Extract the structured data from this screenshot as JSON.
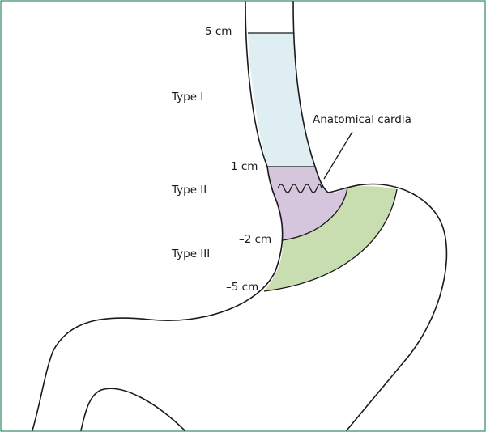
{
  "diagram": {
    "border_color": "#2e8a5f",
    "colors": {
      "type_i": "#deeef2",
      "type_ii": "#d5c6de",
      "type_iii": "#c8deb0",
      "outline": "#1a1a1a"
    },
    "labels": {
      "mark_5cm": "5 cm",
      "mark_1cm": "1 cm",
      "mark_minus2cm": "–2 cm",
      "mark_minus5cm": "–5 cm",
      "type_i": "Type I",
      "type_ii": "Type II",
      "type_iii": "Type III",
      "anatomical_cardia": "Anatomical cardia"
    }
  }
}
